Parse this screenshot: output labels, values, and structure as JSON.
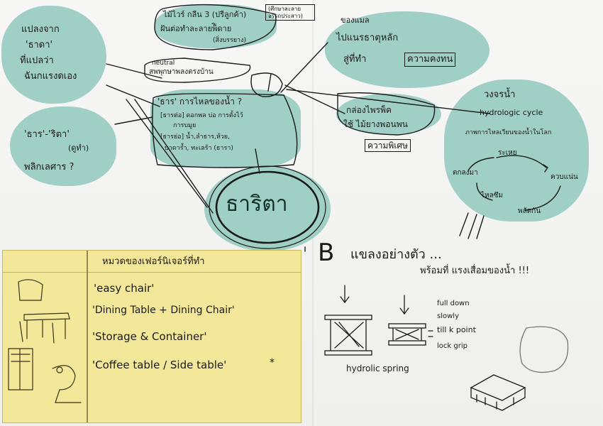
{
  "center": {
    "label": "ธาริตา"
  },
  "bubbles": {
    "top_left": [
      "แปลงจาก",
      "'ธาดา'",
      "ที่แปลว่า",
      "ฉันกแรงดเอง"
    ],
    "left_mid": [
      "'ธาร'-'ริตา'",
      "(ดูทำ)",
      "พลิกเลศาร ?"
    ],
    "top_mid": [
      "ไม้ไวร์ กลีน 3 (ปรีลูกค้า)",
      "ฝันต่อทำละลายพ็ิดาย",
      "(สิ่งบรรยาง)"
    ],
    "top_mid_tag": "(ศึกษาละลาย อรรถประสาว)",
    "neutral": [
      "neutral",
      "สพพุกษาพลงตรงบ้าน"
    ],
    "center_left": [
      "'ธาร' การไหลของน้ำ ?",
      "[ธารต่อ] ดอกพล บ่อ  การตั้งไว้",
      "การบมูย",
      "[ธารย่อ] น้ำ,ลำธาร,ห้วย,",
      "บาดาร้ำ, ทะเลร้า (ธารา)"
    ],
    "top_right": [
      "ของแมล",
      "ไปแนรธาตุหลัก",
      "สู่ที่ทำ"
    ],
    "top_right_box": "ความคงทน",
    "mid_right": [
      "กล่องไพรพ็ค",
      "ใช้ ไม้ยางพอนพน"
    ],
    "mid_right_box": "ความพิเศษ",
    "far_right": [
      "วงจรน้ำ",
      "hydrologic cycle",
      "ภาพการไหลเวียนของน้ำในโลก",
      "ระเหย",
      "ควบแน่น",
      "ตกลงมา",
      "ไหลซึม",
      "พลัดกัน"
    ]
  },
  "b_section": {
    "letter": "B",
    "headline": "แขลงอย่างตัว ...",
    "subline": "พร้อมที่ แรงเสื่อมของน้ำ !!!",
    "spring_notes": [
      "full down",
      "slowly",
      "till k point",
      "lock grip"
    ],
    "spring_caption": "hydrolic spring"
  },
  "furniture_note": {
    "title": "หมวดของเฟอร์นิเจอร์ที่ทำ",
    "items": [
      "'easy chair'",
      "'Dining Table + Dining Chair'",
      "'Storage & Container'",
      "'Coffee table / Side table'"
    ],
    "asterisk": "*"
  },
  "colors": {
    "blob": "#9fcfc5",
    "ink": "#1a1a1a",
    "paper": "#f4f4f2",
    "note": "#f3e79a"
  }
}
